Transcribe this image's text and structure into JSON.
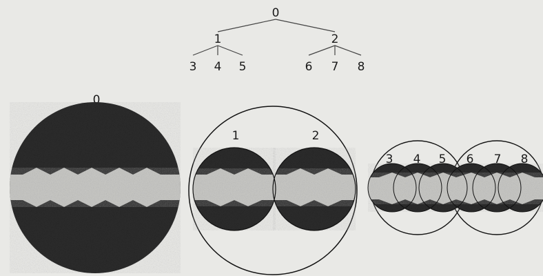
{
  "tree": {
    "nodes": [
      {
        "id": "0",
        "label": "0"
      },
      {
        "id": "1",
        "label": "1"
      },
      {
        "id": "2",
        "label": "2"
      },
      {
        "id": "3",
        "label": "3"
      },
      {
        "id": "4",
        "label": "4"
      },
      {
        "id": "5",
        "label": "5"
      },
      {
        "id": "6",
        "label": "6"
      },
      {
        "id": "7",
        "label": "7"
      },
      {
        "id": "8",
        "label": "8"
      }
    ],
    "edges": [
      [
        "0",
        "1"
      ],
      [
        "0",
        "2"
      ],
      [
        "1",
        "3"
      ],
      [
        "1",
        "4"
      ],
      [
        "1",
        "5"
      ],
      [
        "2",
        "6"
      ],
      [
        "2",
        "7"
      ],
      [
        "2",
        "8"
      ]
    ]
  },
  "stages": {
    "level0": {
      "labels": [
        "0"
      ]
    },
    "level1": {
      "labels": [
        "1",
        "2"
      ]
    },
    "level2": {
      "labels": [
        "3",
        "4",
        "5",
        "6",
        "7",
        "8"
      ]
    }
  },
  "colors": {
    "background": "#e9e9e6",
    "disk": "#2b2b2b",
    "band": "#c9c9c6",
    "outline": "#111111",
    "text": "#1a1a1a"
  }
}
